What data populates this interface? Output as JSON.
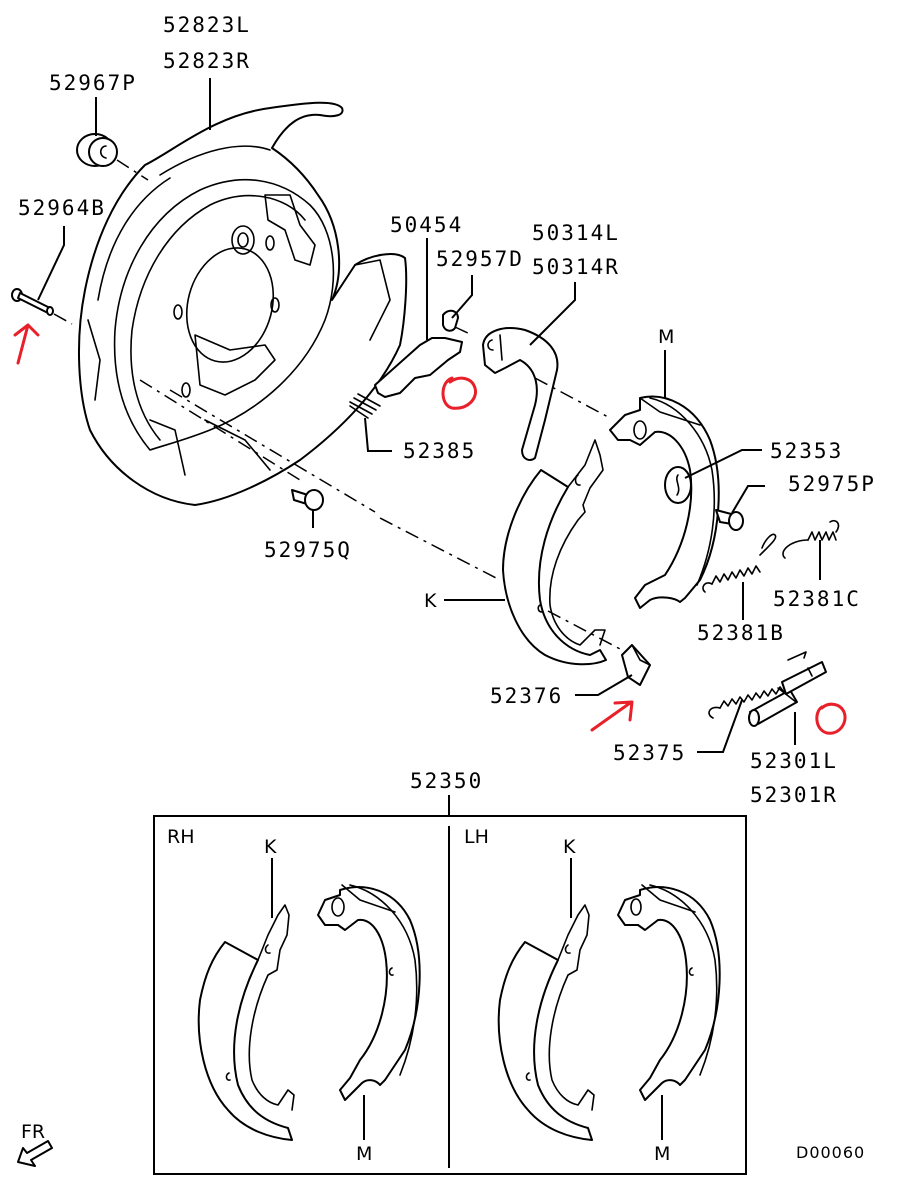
{
  "diagram": {
    "title": "Rear parking brake shoe assembly — exploded parts view",
    "drawing_code": "D00060",
    "direction_label": "FR",
    "callouts": {
      "backing_plate_l": "52823L",
      "backing_plate_r": "52823R",
      "grommet": "52967P",
      "bolt_left": "52964B",
      "adjuster_lever": "50454",
      "clip": "52957D",
      "lever_l": "50314L",
      "lever_r": "50314R",
      "spring_small": "52385",
      "shoe_m": "M",
      "hold_pin": "52353",
      "bolt_right": "52975P",
      "bolt_lower": "52975Q",
      "shoe_k": "K",
      "spring_c": "52381C",
      "spring_b": "52381B",
      "shim": "52376",
      "spring_lower": "52375",
      "adjuster_l": "52301L",
      "adjuster_r": "52301R",
      "shoe_set": "52350"
    },
    "inset": {
      "left_panel_label": "RH",
      "right_panel_label": "LH",
      "shoe_k_label": "K",
      "shoe_m_label": "M"
    },
    "annotations": {
      "color": "#e8202a",
      "marks": [
        "arrow near 52964B",
        "circle near 50454",
        "arrow near 52376",
        "circle near 52301L/R"
      ]
    }
  }
}
